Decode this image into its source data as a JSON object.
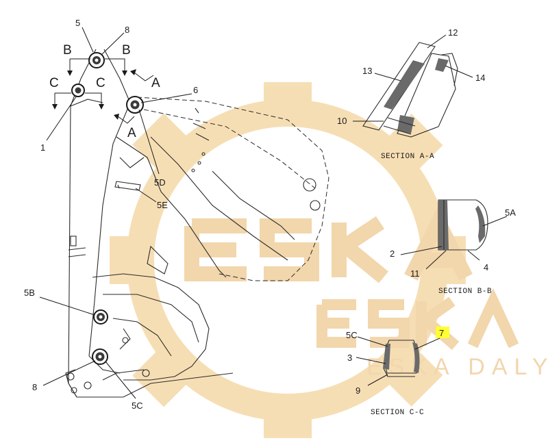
{
  "watermark": {
    "brand_lettering": "ESKA DALYS",
    "gear_color": "#f5d9a8",
    "text_color": "#f0cf9e"
  },
  "highlight_color": "#ffff33",
  "view_markers": [
    "B",
    "B",
    "C",
    "C",
    "A",
    "A"
  ],
  "callouts_main": [
    "5",
    "8",
    "6",
    "1",
    "5D",
    "5E",
    "5B",
    "8",
    "5C"
  ],
  "section_aa": {
    "title": "SECTION A-A",
    "labels": [
      "12",
      "13",
      "14",
      "10"
    ]
  },
  "section_bb": {
    "title": "SECTION B-B",
    "labels": [
      "5A",
      "2",
      "11",
      "4"
    ]
  },
  "section_cc": {
    "title": "SECTION C-C",
    "labels": [
      "5C",
      "7",
      "3",
      "9"
    ]
  }
}
